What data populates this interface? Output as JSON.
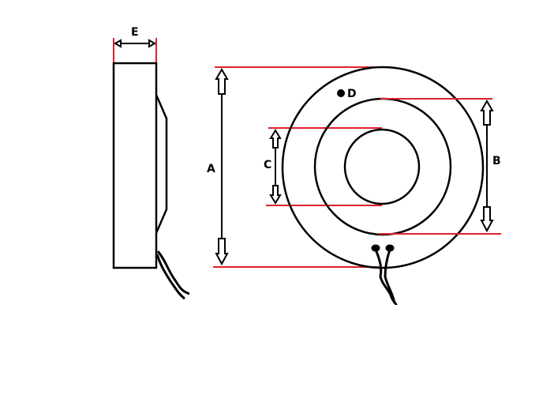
{
  "diagram": {
    "colors": {
      "outline": "#000000",
      "dimension_line": "#e0202a",
      "background": "#ffffff"
    },
    "side_view": {
      "label_E": "E"
    },
    "front_view": {
      "label_A": "A",
      "label_B": "B",
      "label_C": "C",
      "label_D": "D"
    }
  }
}
